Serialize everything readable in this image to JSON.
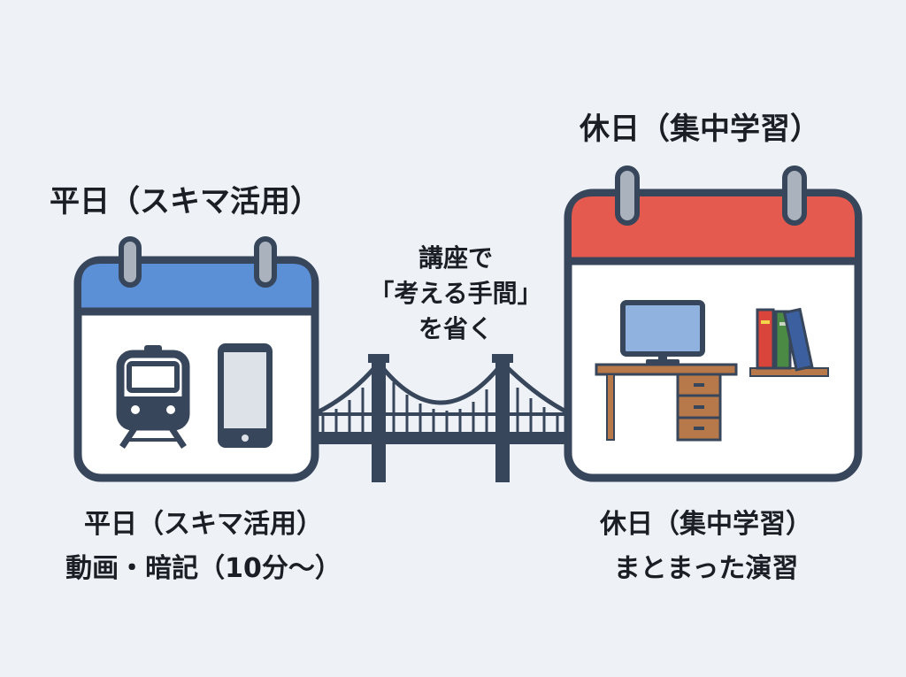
{
  "weekday": {
    "title": "平日（スキマ活用）",
    "caption_line1": "平日（スキマ活用）",
    "caption_line2": "動画・暗記（10分〜）",
    "accent_color": "#5b8fd6"
  },
  "holiday": {
    "title": "休日（集中学習）",
    "caption_line1": "休日（集中学習）",
    "caption_line2": "まとまった演習",
    "accent_color": "#e45a4f"
  },
  "bridge": {
    "line1": "講座で",
    "line2": "「考える手間」",
    "line3": "を省く",
    "color": "#37465a"
  },
  "icons": {
    "weekday_calendar": "calendar-icon",
    "train": "train-icon",
    "smartphone": "smartphone-icon",
    "holiday_calendar": "calendar-icon",
    "computer": "computer-monitor-icon",
    "desk": "desk-icon",
    "books": "books-icon",
    "bridge": "suspension-bridge-icon"
  }
}
